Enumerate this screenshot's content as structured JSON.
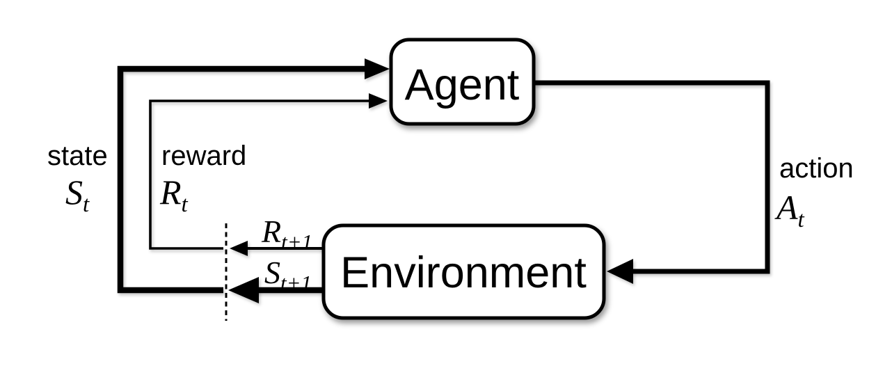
{
  "nodes": {
    "agent": {
      "label": "Agent"
    },
    "environment": {
      "label": "Environment"
    }
  },
  "labels": {
    "state": {
      "word": "state",
      "symbol": "S",
      "subscript": "t"
    },
    "reward": {
      "word": "reward",
      "symbol": "R",
      "subscript": "t"
    },
    "action": {
      "word": "action",
      "symbol": "A",
      "subscript": "t"
    },
    "next_reward": {
      "symbol": "R",
      "subscript": "t+1"
    },
    "next_state": {
      "symbol": "S",
      "subscript": "t+1"
    }
  },
  "colors": {
    "line": "#000000",
    "text": "#000000",
    "box_fill": "#ffffff",
    "background": "#ffffff"
  }
}
